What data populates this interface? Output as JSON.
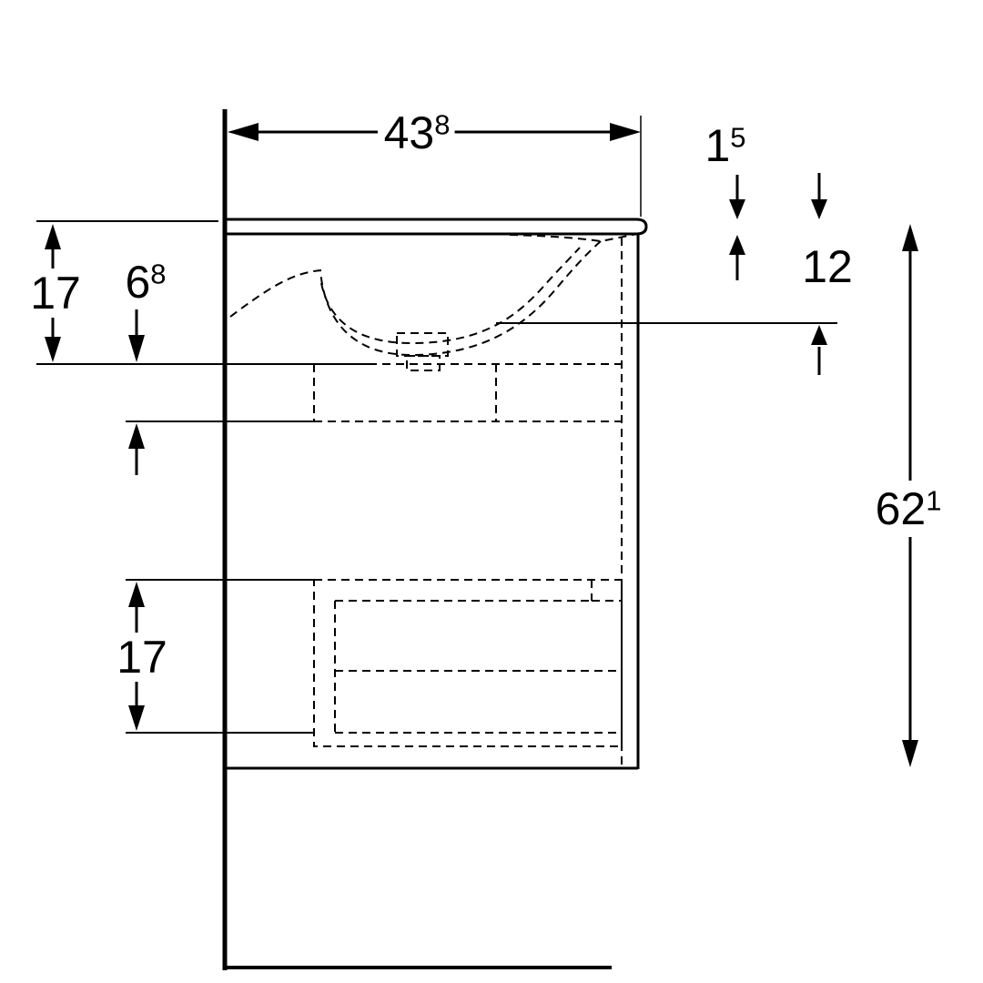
{
  "drawing": {
    "description": "Technical side-section drawing of a wall-hung vanity cabinet with washbasin, floor and wall, annotated with dimension arrows.",
    "colors": {
      "line": "#000000",
      "background": "#ffffff"
    }
  },
  "labels": {
    "width": {
      "value": "43",
      "sup": "8"
    },
    "countertop_thickness": {
      "value": "1",
      "sup": "5"
    },
    "basin_depth": {
      "value": "12",
      "sup": ""
    },
    "rim_to_bottom": {
      "value": "17",
      "sup": ""
    },
    "outlet_offset": {
      "value": "6",
      "sup": "8"
    },
    "total_height": {
      "value": "62",
      "sup": "1"
    },
    "drawer_front_height": {
      "value": "17",
      "sup": ""
    }
  }
}
